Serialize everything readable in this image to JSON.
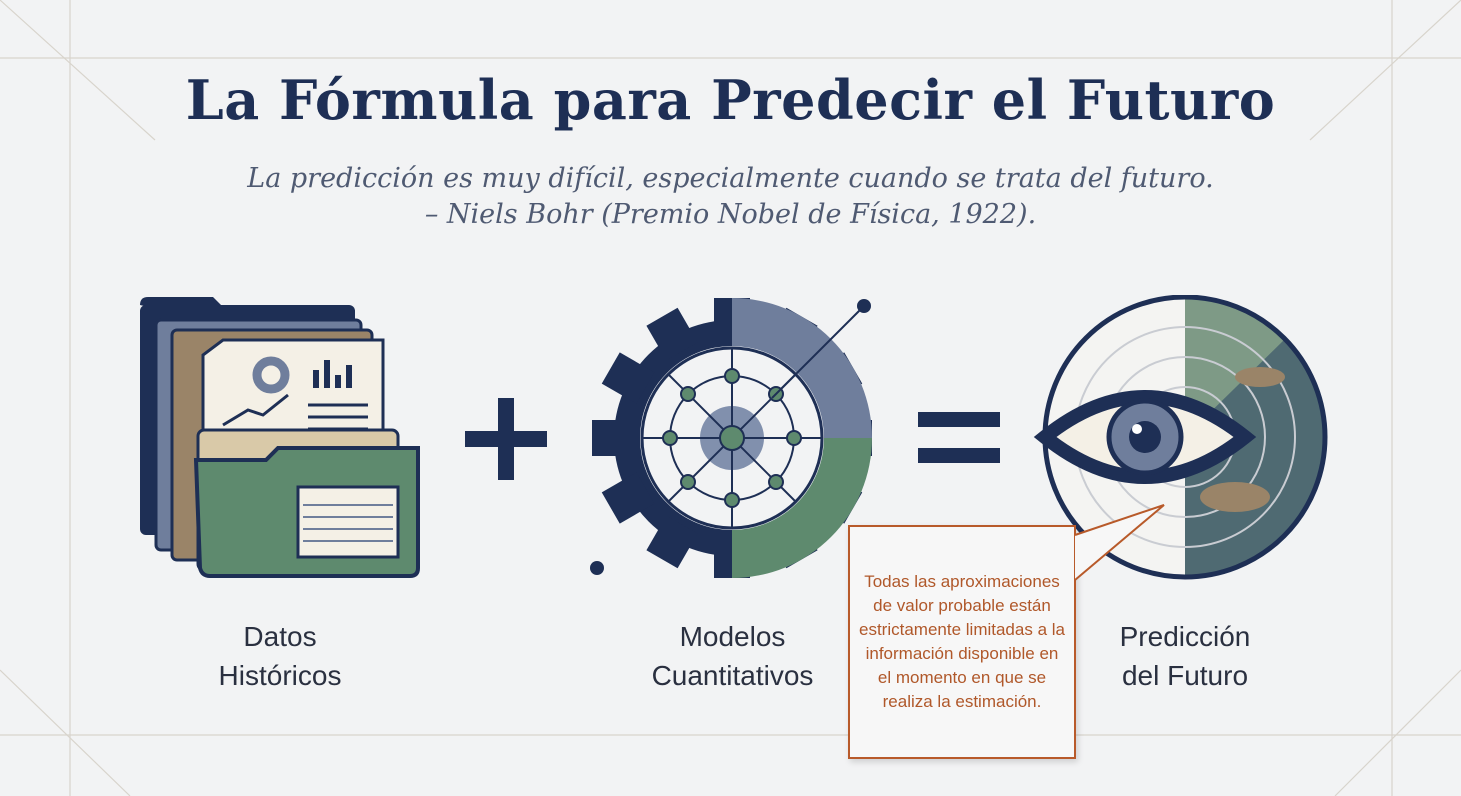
{
  "title": "La Fórmula para Predecir el Futuro",
  "quote": {
    "line1": "La predicción es muy difícil, especialmente cuando se trata del futuro.",
    "line2": "– Niels Bohr (Premio Nobel de Física, 1922)."
  },
  "items": [
    {
      "label1": "Datos",
      "label2": "Históricos",
      "icon": "folders-data-icon"
    },
    {
      "operator": "+"
    },
    {
      "label1": "Modelos",
      "label2": "Cuantitativos",
      "icon": "gear-network-icon"
    },
    {
      "operator": "="
    },
    {
      "label1": "Predicción",
      "label2": "del Futuro",
      "icon": "eye-radar-icon"
    }
  ],
  "callout": "Todas las aproximaciones de valor probable están estrictamente limitadas a la información disponible en el momento en que se realiza la estimación.",
  "colors": {
    "navy": "#1e2f55",
    "green": "#5e8a6e",
    "slate": "#6f7e9c",
    "tan": "#9a8468",
    "accent": "#b85a2a"
  }
}
